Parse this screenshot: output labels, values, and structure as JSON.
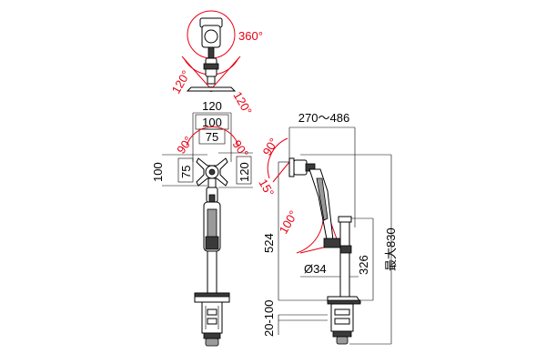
{
  "labels": {
    "rotate_360": "360°",
    "swing_left": "120°",
    "swing_right": "120°",
    "vesa_outer_w": "120",
    "vesa_100_w": "100",
    "vesa_75_w": "75",
    "vesa_outer_h": "100",
    "vesa_75_h": "75",
    "vesa_120_h": "120",
    "tilt_left_90": "90°",
    "tilt_right_90": "90°",
    "reach": "270～486",
    "tilt_up": "90°",
    "tilt_down": "15°",
    "arm_swing": "100°",
    "height_524": "524",
    "height_326": "326",
    "max_height": "最大830",
    "pole_diameter": "Ø34",
    "clamp_range": "20-100"
  },
  "colors": {
    "accent_red": "#e60012",
    "line": "#000000",
    "part_dark": "#3a3a3a",
    "part_grey": "#9a9a9a"
  }
}
